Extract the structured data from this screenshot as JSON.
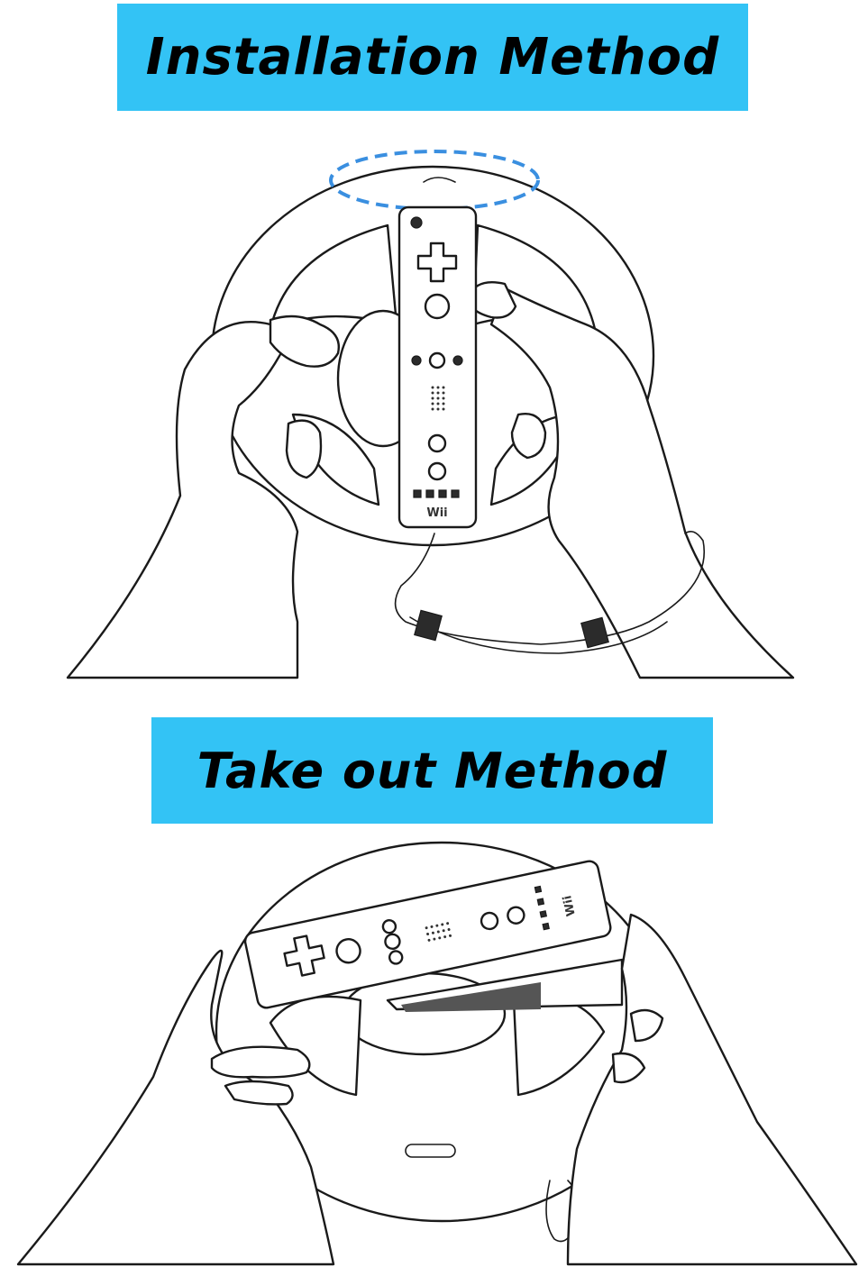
{
  "banners": {
    "installation": {
      "title": "Installation Method"
    },
    "take_out": {
      "title": "Take out Method"
    }
  },
  "remote": {
    "logo_text": "Wii"
  },
  "colors": {
    "banner_bg": "#33c3f5",
    "highlight_ellipse": "#3a8fe0",
    "line": "#1a1a1a",
    "background": "#ffffff"
  }
}
